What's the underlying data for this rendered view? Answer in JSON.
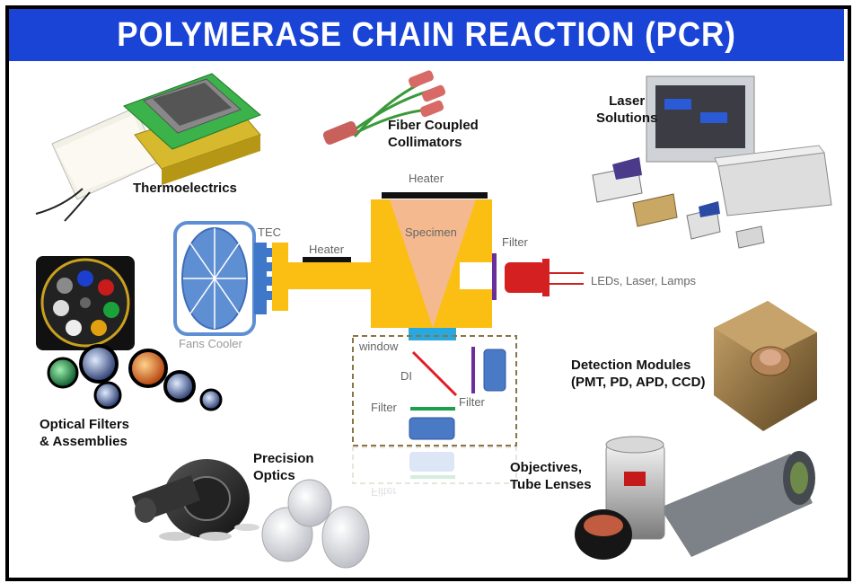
{
  "title": "POLYMERASE CHAIN REACTION (PCR)",
  "products": {
    "thermoelectrics": "Thermoelectrics",
    "fiber": "Fiber Coupled\nCollimators",
    "laser": "Laser\nSolutions",
    "filters": "Optical Filters\n& Assemblies",
    "detection": "Detection Modules\n(PMT, PD, APD, CCD)",
    "precision": "Precision\nOptics",
    "objectives": "Objectives,\nTube Lenses"
  },
  "diagram": {
    "heater_top": "Heater",
    "heater_arm": "Heater",
    "tec": "TEC",
    "specimen": "Specimen",
    "filter_right": "Filter",
    "leds": "LEDs, Laser, Lamps",
    "fans_cooler": "Fans Cooler",
    "window": "window",
    "di": "DI",
    "filter_inner": "Filter",
    "filter_left": "Filter",
    "filter_reflection": "Filter"
  },
  "colors": {
    "banner": "#1a44d6",
    "block": "#fbbf13",
    "specimen": "#f4b98e",
    "fan": "#5f8fd3",
    "tec_fins": "#3f78c8",
    "led": "#d42020",
    "filter_purple": "#6b2f9b",
    "window_cyan": "#28a8e0",
    "di_red": "#e31b23",
    "filter_green": "#19a04a",
    "detector": "#4a7ac6"
  }
}
